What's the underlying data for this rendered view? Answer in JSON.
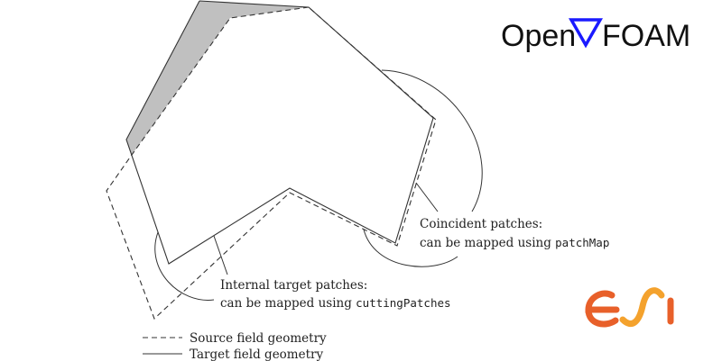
{
  "logos": {
    "openfoam": {
      "prefix": "Open",
      "suffix": "FOAM",
      "nabla_color": "#1a1aff"
    },
    "esi": {
      "text": "esi",
      "colors": [
        "#e8602a",
        "#f4a22d"
      ]
    }
  },
  "annotations": {
    "coincident": {
      "line1": "Coincident patches:",
      "line2_prefix": "can be mapped using ",
      "line2_code": "patchMap"
    },
    "internal": {
      "line1": "Internal target patches:",
      "line2_prefix": "can be mapped using ",
      "line2_code": "cuttingPatches"
    }
  },
  "legend": {
    "source": "Source field geometry",
    "target": "Target field geometry"
  },
  "colors": {
    "shaded_region": "#c0c0c0",
    "line": "#333333"
  }
}
